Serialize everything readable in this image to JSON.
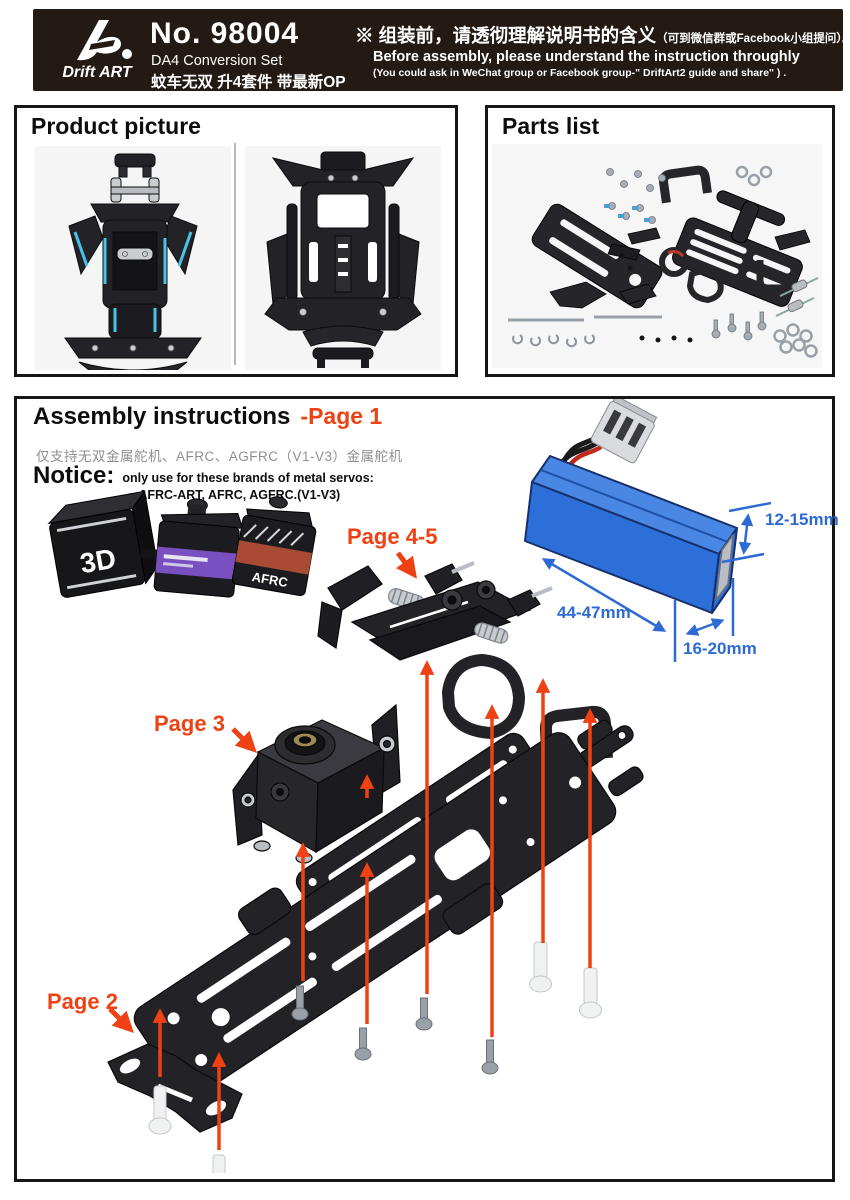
{
  "header": {
    "logo_text": "Drift ART",
    "product_no": "No. 98004",
    "product_name_en": "DA4 Conversion Set",
    "product_name_cn": "蚊车无双 升4套件 带最新OP",
    "notice_cn": "※ 组装前，请透彻理解说明书的含义",
    "notice_cn_paren": "（可到微信群或Facebook小组提问）。",
    "notice_en": "Before assembly, please understand the instruction throughly",
    "notice_en_paren": "(You could ask in WeChat group or Facebook group-\" DriftArt2 guide and share\" ) ."
  },
  "product_picture": {
    "title": "Product picture"
  },
  "parts_list": {
    "title": "Parts list"
  },
  "assembly": {
    "title": "Assembly instructions",
    "page_tag": "-Page 1",
    "support_note_cn": "仅支持无双金属舵机、AFRC、AGFRC（V1-V3）金属舵机",
    "notice_label": "Notice:",
    "notice_line1": "only use for these brands of metal servos:",
    "notice_line2": "AFRC-ART, AFRC, AGFRC.(V1-V3)",
    "servo_labels": {
      "left": "3D",
      "right": "AFRC"
    },
    "battery_dims": {
      "height": "12-15mm",
      "length": "44-47mm",
      "width": "16-20mm"
    },
    "callouts": {
      "page45": "Page 4-5",
      "page3": "Page 3",
      "page2": "Page 2"
    }
  },
  "colors": {
    "accent_orange": "#ee4214",
    "dimension_blue": "#2e6ad4",
    "battery_blue": "#2d6fd9",
    "header_bg": "#241a14"
  }
}
